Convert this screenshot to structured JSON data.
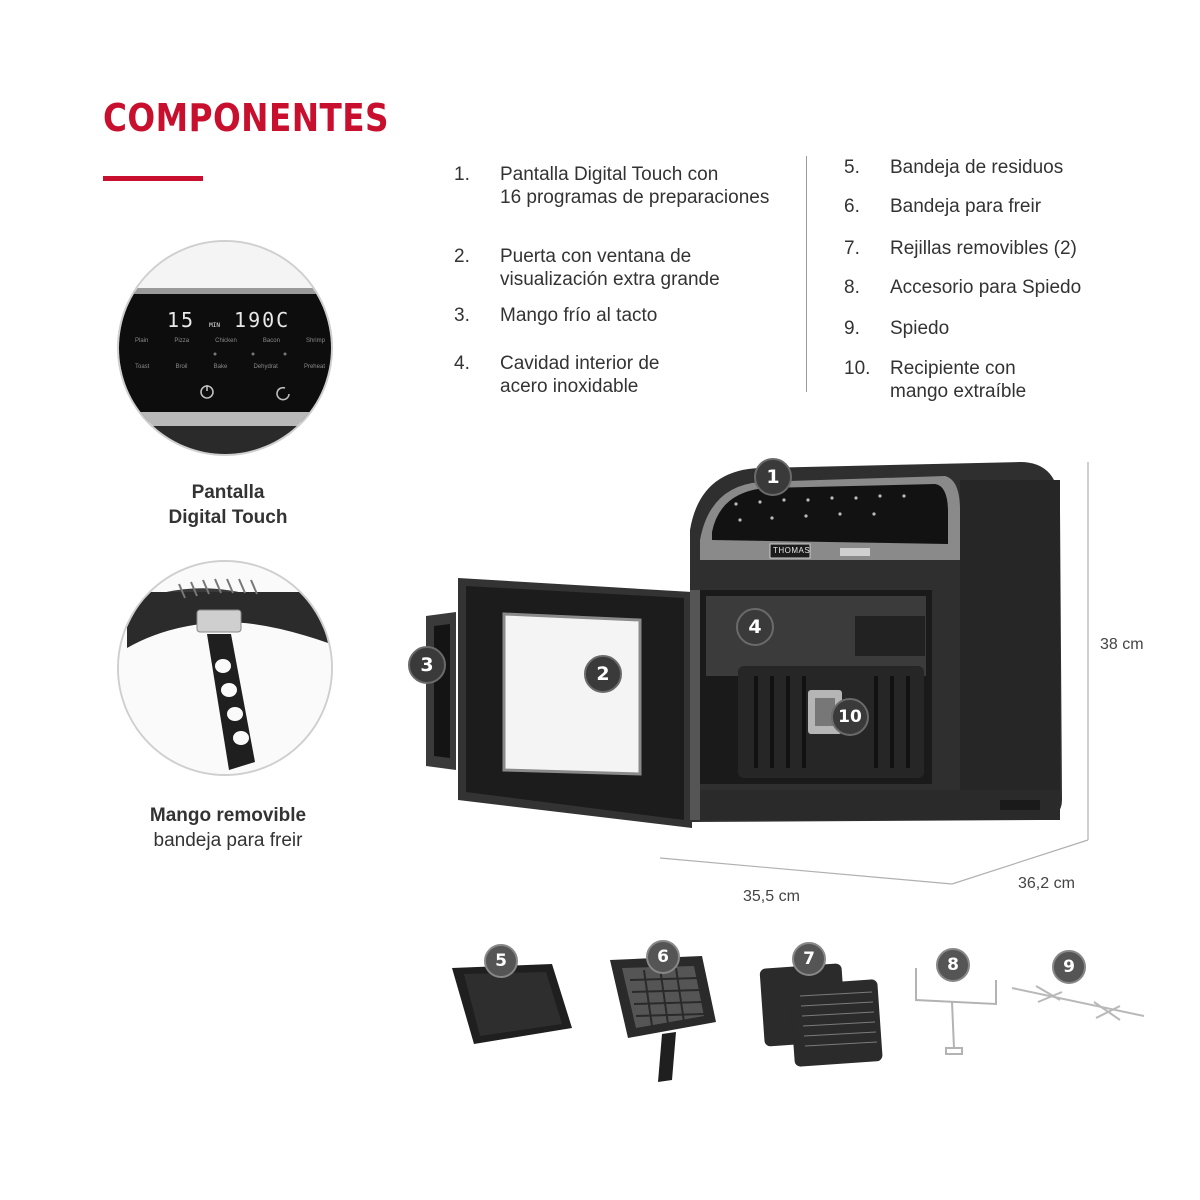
{
  "heading": "COMPONENTES",
  "components": [
    {
      "num": "1.",
      "lines": [
        "Pantalla Digital Touch con",
        "16 programas de preparaciones"
      ]
    },
    {
      "num": "2.",
      "lines": [
        "Puerta con ventana de",
        "visualización extra grande"
      ]
    },
    {
      "num": "3.",
      "lines": [
        "Mango frío al tacto"
      ]
    },
    {
      "num": "4.",
      "lines": [
        "Cavidad interior de",
        "acero inoxidable"
      ]
    },
    {
      "num": "5.",
      "lines": [
        "Bandeja de residuos"
      ]
    },
    {
      "num": "6.",
      "lines": [
        "Bandeja para freir"
      ]
    },
    {
      "num": "7.",
      "lines": [
        "Rejillas removibles (2)"
      ]
    },
    {
      "num": "8.",
      "lines": [
        "Accesorio para Spiedo"
      ]
    },
    {
      "num": "9.",
      "lines": [
        "Spiedo"
      ]
    },
    {
      "num": "10.",
      "lines": [
        "Recipiente con",
        "mango extraíble"
      ]
    }
  ],
  "display": {
    "readout_left": "15",
    "readout_unit": "MIN",
    "readout_right": "190C",
    "row1": [
      "Plain",
      "Pizza",
      "Chicken",
      "Bacon",
      "Shrimp"
    ],
    "row2": [
      "Toast",
      "Broil",
      "Bake",
      "Dehydrat",
      "Preheat"
    ]
  },
  "captions": {
    "display_line1": "Pantalla",
    "display_line2": "Digital Touch",
    "handle_line1": "Mango removible",
    "handle_line2": "bandeja para freir"
  },
  "dimensions": {
    "height": "38 cm",
    "width": "35,5 cm",
    "depth": "36,2 cm"
  },
  "brand": "THOMAS",
  "callouts": [
    "1",
    "2",
    "3",
    "4",
    "10"
  ],
  "accessories": [
    "5",
    "6",
    "7",
    "8",
    "9"
  ],
  "colors": {
    "accent": "#c8102e",
    "appliance": "#2f2f2f"
  }
}
